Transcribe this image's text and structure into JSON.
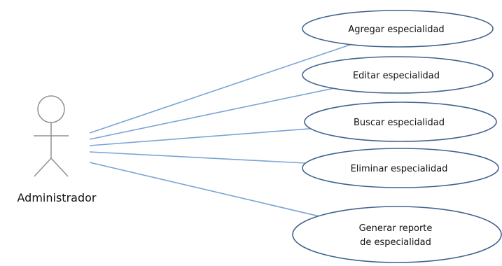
{
  "colors": {
    "association": "#7ba3d4",
    "ellipse_stroke": "#41638e",
    "actor_stroke": "#909090",
    "text": "#111111"
  },
  "actor": {
    "name": "Administrador"
  },
  "use_cases": [
    {
      "lines": [
        "Agregar especialidad"
      ]
    },
    {
      "lines": [
        "Editar especialidad"
      ]
    },
    {
      "lines": [
        "Buscar especialidad"
      ]
    },
    {
      "lines": [
        "Eliminar especialidad"
      ]
    },
    {
      "lines": [
        "Generar reporte",
        "de especialidad"
      ]
    }
  ]
}
